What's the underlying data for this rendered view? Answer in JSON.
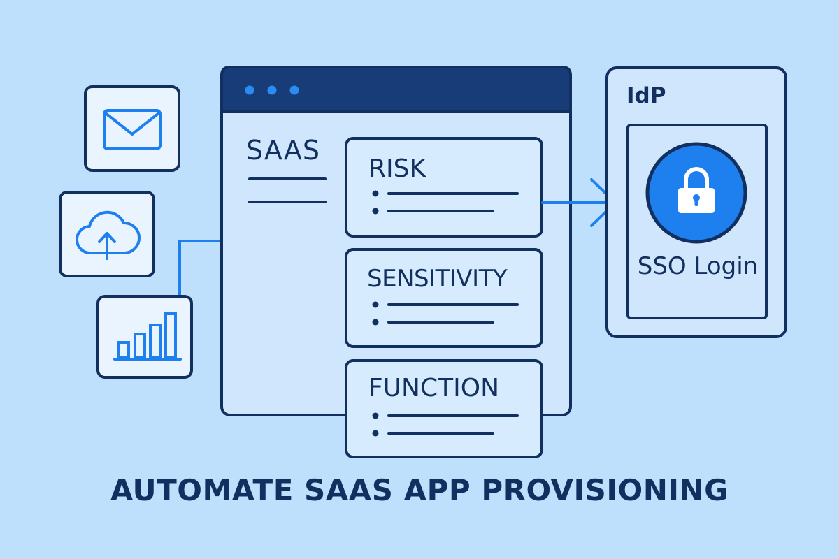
{
  "title": "AUTOMATE SAAS APP PROVISIONING",
  "saas": {
    "label": "SAAS"
  },
  "cards": [
    {
      "label": "RISK"
    },
    {
      "label": "SENSITIVITY"
    },
    {
      "label": "FUNCTION"
    }
  ],
  "idp": {
    "label": "IdP",
    "sso_label": "SSO Login"
  },
  "icons": [
    "mail-icon",
    "cloud-upload-icon",
    "bar-chart-icon",
    "lock-icon",
    "arrow-right-icon"
  ],
  "colors": {
    "background": "#bfe0fd",
    "navy": "#12305f",
    "accent": "#1e7fee",
    "card_fill": "#d6ecfe",
    "icon_box_fill": "#e9f4ff"
  }
}
